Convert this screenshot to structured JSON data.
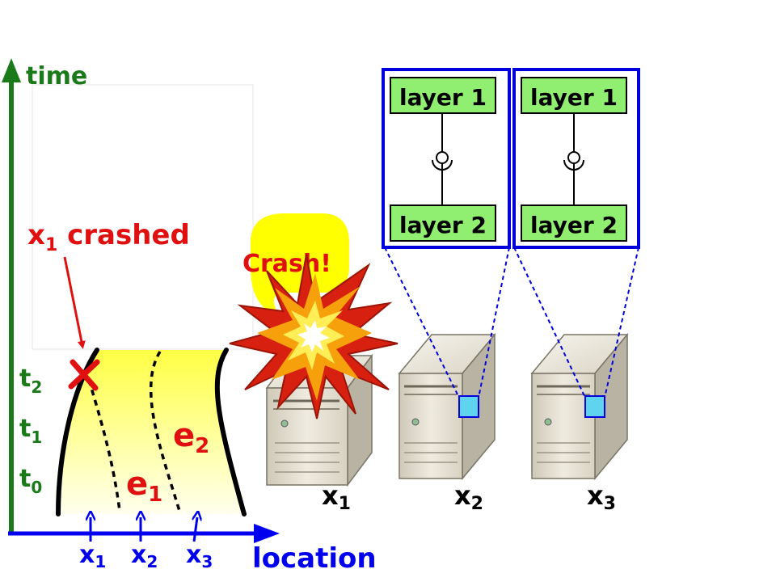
{
  "axes": {
    "time_label": "time",
    "location_label": "location",
    "time_ticks": [
      {
        "base": "t",
        "sub": "2"
      },
      {
        "base": "t",
        "sub": "1"
      },
      {
        "base": "t",
        "sub": "0"
      }
    ],
    "location_ticks": [
      {
        "base": "x",
        "sub": "1"
      },
      {
        "base": "x",
        "sub": "2"
      },
      {
        "base": "x",
        "sub": "3"
      }
    ]
  },
  "annotations": {
    "crashed_base": "x",
    "crashed_sub": "1",
    "crashed_suffix": " crashed",
    "crash_bubble": "Crash!"
  },
  "regions": [
    {
      "base": "e",
      "sub": "1"
    },
    {
      "base": "e",
      "sub": "2"
    }
  ],
  "servers": [
    {
      "base": "x",
      "sub": "1"
    },
    {
      "base": "x",
      "sub": "2"
    },
    {
      "base": "x",
      "sub": "3"
    }
  ],
  "stacks": [
    {
      "top": "layer 1",
      "bottom": "layer 2"
    },
    {
      "top": "layer 1",
      "bottom": "layer 2"
    }
  ],
  "colors": {
    "time_axis": "#1a7a1a",
    "location_axis": "#0000ee",
    "crash": "#e01010",
    "layer_box": "#90ee70",
    "stack_border": "#0000dd",
    "bubble": "#ffff00",
    "highlight": "#ffff44"
  }
}
